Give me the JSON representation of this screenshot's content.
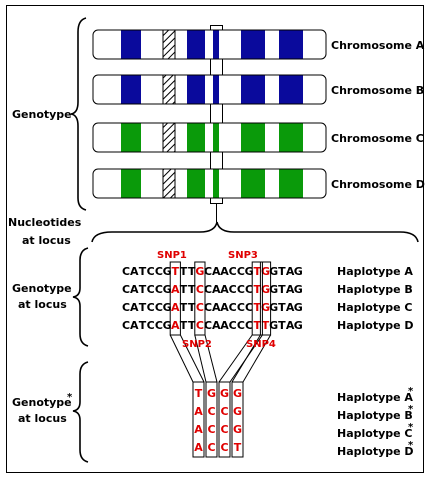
{
  "colors": {
    "blue": "#0a0a9c",
    "green": "#0a9a0a",
    "red": "#e00000",
    "black": "#000000"
  },
  "sections": {
    "genotype": "Genotype",
    "nucleotides_line1": "Nucleotides",
    "nucleotides_line2": "at locus",
    "genotype_locus_line1": "Genotype",
    "genotype_locus_line2": "at locus",
    "genotype_star_line1": "Genotype",
    "genotype_star_line2": "at locus",
    "star": "*"
  },
  "chromosomes": [
    {
      "label": "Chromosome A",
      "color": "blue"
    },
    {
      "label": "Chromosome B",
      "color": "blue"
    },
    {
      "label": "Chromosome C",
      "color": "green"
    },
    {
      "label": "Chromosome D",
      "color": "green"
    }
  ],
  "snp_labels": {
    "snp1": "SNP1",
    "snp2": "SNP2",
    "snp3": "SNP3",
    "snp4": "SNP4"
  },
  "sequences": [
    {
      "text": "CATCCGTTTGCAACCGTGGTAG",
      "snp_positions": [
        6,
        9,
        16,
        17
      ],
      "haplotype": "Haplotype A"
    },
    {
      "text": "CATCCGATTCCAACCCTGGTAG",
      "snp_positions": [
        6,
        9,
        16,
        17
      ],
      "haplotype": "Haplotype B"
    },
    {
      "text": "CATCCGATTCCAACCCTGGTAG",
      "snp_positions": [
        6,
        9,
        16,
        17
      ],
      "haplotype": "Haplotype C"
    },
    {
      "text": "CATCCGATTCCAACCCTTGTAG",
      "snp_positions": [
        6,
        9,
        16,
        17
      ],
      "haplotype": "Haplotype D"
    }
  ],
  "reduced": [
    {
      "bases": [
        "T",
        "G",
        "G",
        "G"
      ],
      "haplotype": "Haplotype A",
      "star": "*"
    },
    {
      "bases": [
        "A",
        "C",
        "C",
        "G"
      ],
      "haplotype": "Haplotype B",
      "star": "*"
    },
    {
      "bases": [
        "A",
        "C",
        "C",
        "G"
      ],
      "haplotype": "Haplotype C",
      "star": "*"
    },
    {
      "bases": [
        "A",
        "C",
        "C",
        "T"
      ],
      "haplotype": "Haplotype D",
      "star": "*"
    }
  ]
}
